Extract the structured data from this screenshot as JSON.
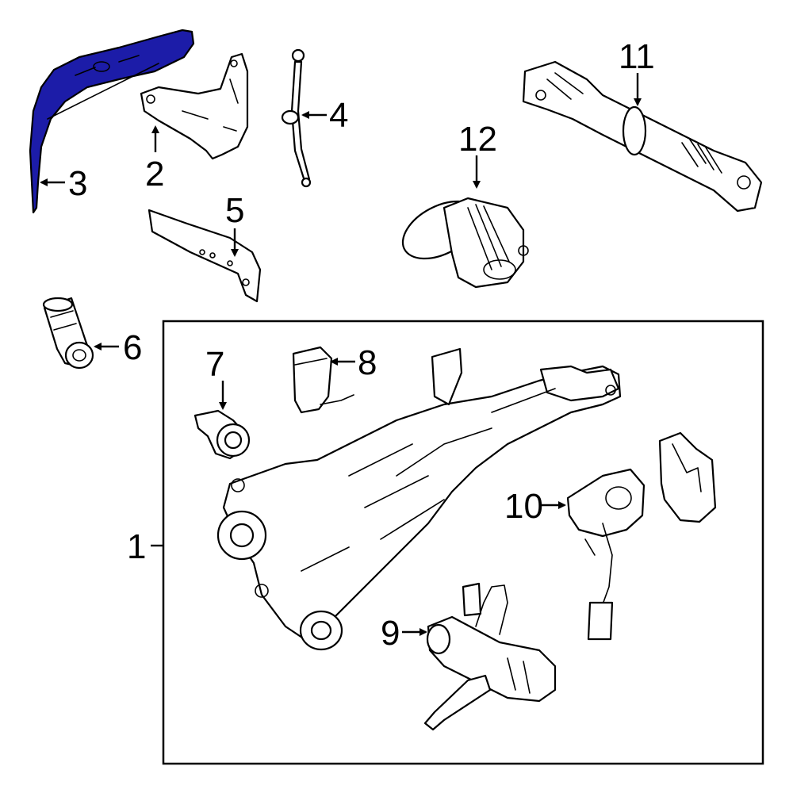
{
  "highlight_color": "#1c1ca8",
  "callouts": {
    "c1": "1",
    "c2": "2",
    "c3": "3",
    "c4": "4",
    "c5": "5",
    "c6": "6",
    "c7": "7",
    "c8": "8",
    "c9": "9",
    "c10": "10",
    "c11": "11",
    "c12": "12"
  },
  "highlighted_part": "3"
}
